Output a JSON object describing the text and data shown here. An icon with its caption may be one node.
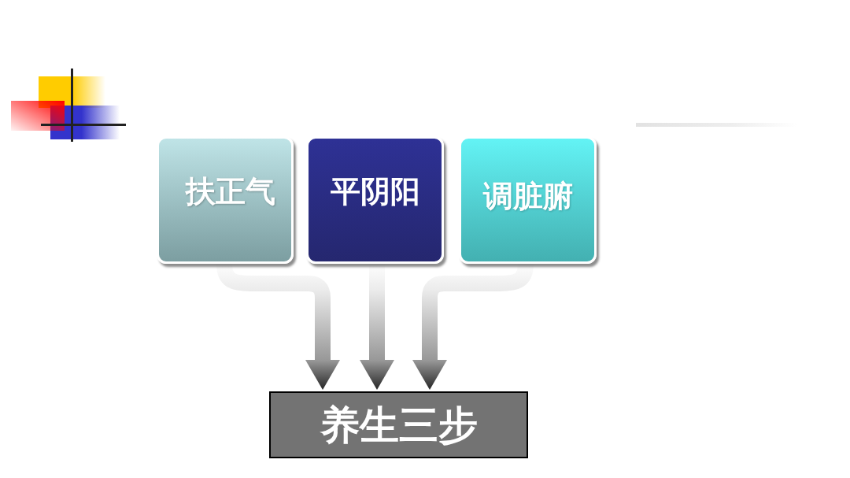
{
  "diagram": {
    "nodes": [
      {
        "text": [
          "扶正气"
        ]
      },
      {
        "text": [
          "平阴阳"
        ]
      },
      {
        "text": [
          "调脏腑"
        ]
      },
      {
        "text": [
          "养生三步"
        ]
      }
    ],
    "edges": [
      {
        "from": 0,
        "to": 3,
        "arrow": "to"
      },
      {
        "from": 1,
        "to": 3,
        "arrow": "to"
      },
      {
        "from": 2,
        "to": 3,
        "arrow": "to"
      }
    ]
  }
}
